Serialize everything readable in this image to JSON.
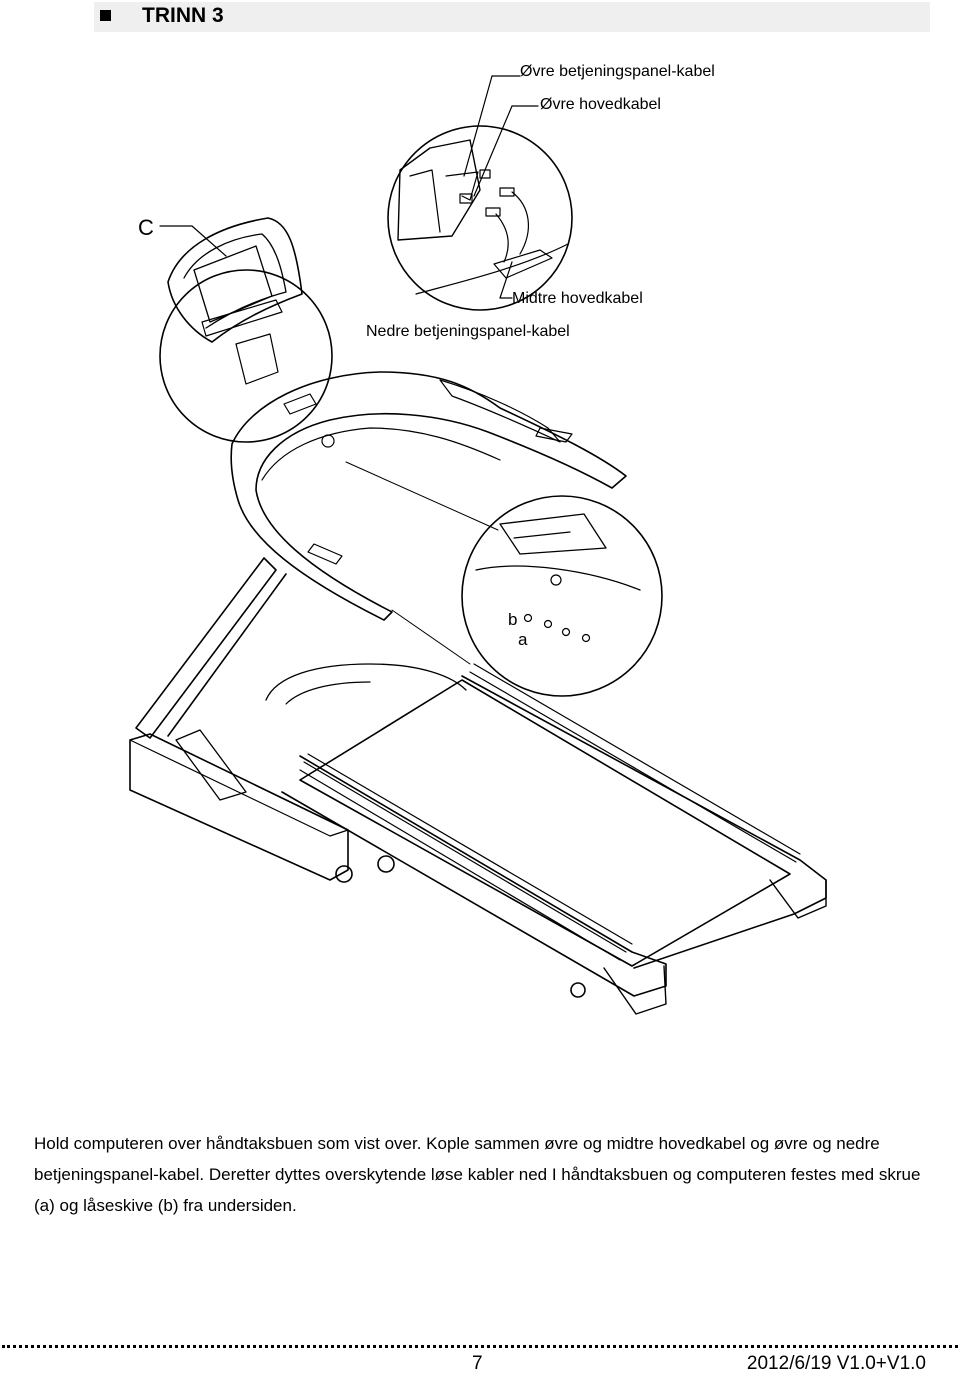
{
  "header": {
    "title": "TRINN 3"
  },
  "figure": {
    "label_c": "C",
    "callout_upper_panel_cable": "Øvre betjeningspanel-kabel",
    "callout_upper_main_cable": "Øvre hovedkabel",
    "callout_middle_main_cable": "Midtre hovedkabel",
    "callout_lower_panel_cable": "Nedre betjeningspanel-kabel",
    "label_b": "b",
    "label_a": "a"
  },
  "instructions": {
    "text": "Hold computeren over håndtaksbuen som vist over. Kople sammen øvre og midtre hovedkabel og øvre og nedre betjeningspanel-kabel. Deretter dyttes overskytende løse kabler ned I håndtaksbuen og computeren festes med skrue (a) og låseskive (b) fra undersiden."
  },
  "footer": {
    "page_number": "7",
    "version": "2012/6/19 V1.0+V1.0"
  }
}
